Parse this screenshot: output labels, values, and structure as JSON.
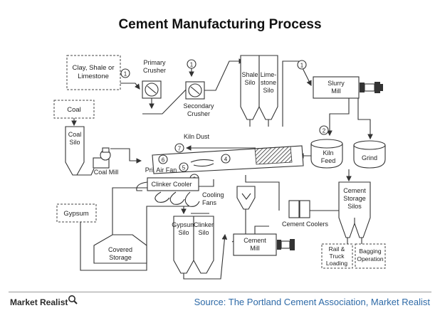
{
  "title": "Cement Manufacturing Process",
  "steps": {
    "s1a": "1",
    "s1b": "1",
    "s1c": "1",
    "s2": "2",
    "s3": "3",
    "s4": "4",
    "s5": "5",
    "s6": "6",
    "s7": "7"
  },
  "labels": {
    "raw_materials": [
      "Clay, Shale or",
      "Limestone"
    ],
    "primary_crusher": [
      "Primary",
      "Crusher"
    ],
    "secondary_crusher": [
      "Secondary",
      "Crusher"
    ],
    "shale_silo": [
      "Shale",
      "Silo"
    ],
    "limestone_silo": [
      "Lime-",
      "stone",
      "Silo"
    ],
    "slurry_mill": [
      "Slurry",
      "Mill"
    ],
    "coal": "Coal",
    "coal_silo": [
      "Coal",
      "Silo"
    ],
    "coal_mill": "Coal Mill",
    "kiln_dust": "Kiln Dust",
    "kiln_feed": [
      "Kiln",
      "Feed"
    ],
    "grind": "Grind",
    "pri_air_fan": "Pri. Air Fan",
    "clinker_cooler": "Clinker Cooler",
    "cooling_fans": [
      "Cooling",
      "Fans"
    ],
    "gypsum": "Gypsum",
    "covered_storage": [
      "Covered",
      "Storage"
    ],
    "gypsum_silo": [
      "Gypsum",
      "Silo"
    ],
    "clinker_silo": [
      "Clinker",
      "Silo"
    ],
    "cement_coolers": "Cement Coolers",
    "cement_mill": [
      "Cement",
      "Mill"
    ],
    "cement_storage_silos": [
      "Cement",
      "Storage",
      "Silos"
    ],
    "rail_truck_loading": [
      "Rail &",
      "Truck",
      "Loading"
    ],
    "bagging_operation": [
      "Bagging",
      "Operation"
    ]
  },
  "footer": {
    "brand": "Market Realist",
    "source": "Source: The Portland Cement Association, Market Realist"
  },
  "colors": {
    "source_text": "#2e6aa7",
    "line": "#333333"
  }
}
